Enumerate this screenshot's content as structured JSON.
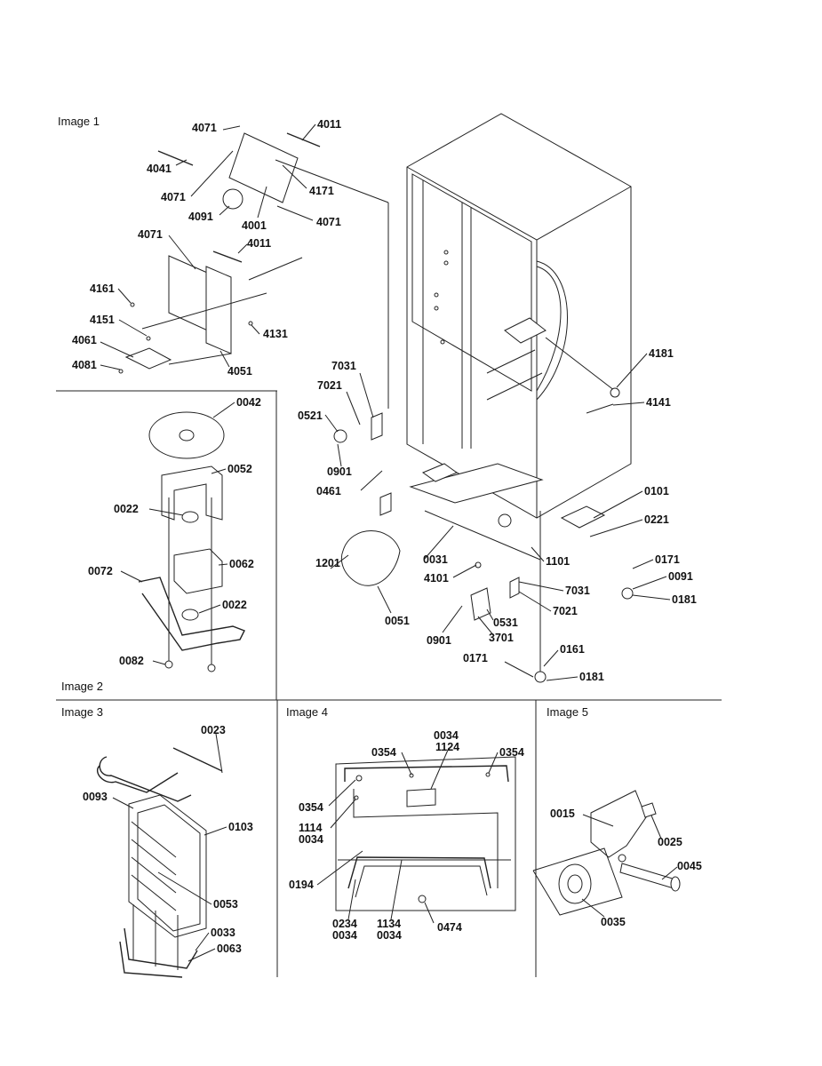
{
  "sections": [
    {
      "id": "image1",
      "title": "Image 1"
    },
    {
      "id": "image2",
      "title": "Image 2"
    },
    {
      "id": "image3",
      "title": "Image 3"
    },
    {
      "id": "image4",
      "title": "Image 4"
    },
    {
      "id": "image5",
      "title": "Image 5"
    }
  ],
  "callouts": {
    "image1": [
      "4071",
      "4011",
      "4041",
      "4171",
      "4071",
      "4091",
      "4001",
      "4071",
      "4071",
      "4011",
      "4161",
      "4151",
      "4131",
      "4061",
      "4081",
      "4051"
    ],
    "main": [
      "4181",
      "4141",
      "7031",
      "7021",
      "0521",
      "0901",
      "0461",
      "0101",
      "0221",
      "1201",
      "0031",
      "1101",
      "0171",
      "0091",
      "4101",
      "7031",
      "0181",
      "7021",
      "0531",
      "0051",
      "0901",
      "3701",
      "0161",
      "0171",
      "0181"
    ],
    "image2": [
      "0042",
      "0052",
      "0022",
      "0062",
      "0072",
      "0022",
      "0082"
    ],
    "image3": [
      "0023",
      "0093",
      "0103",
      "0053",
      "0033",
      "0063"
    ],
    "image4": [
      "0034",
      "1124",
      "0354",
      "0354",
      "0354",
      "1114",
      "0034",
      "0194",
      "0234",
      "0034",
      "1134",
      "0034",
      "0474"
    ],
    "image5": [
      "0015",
      "0025",
      "0045",
      "0035"
    ]
  }
}
